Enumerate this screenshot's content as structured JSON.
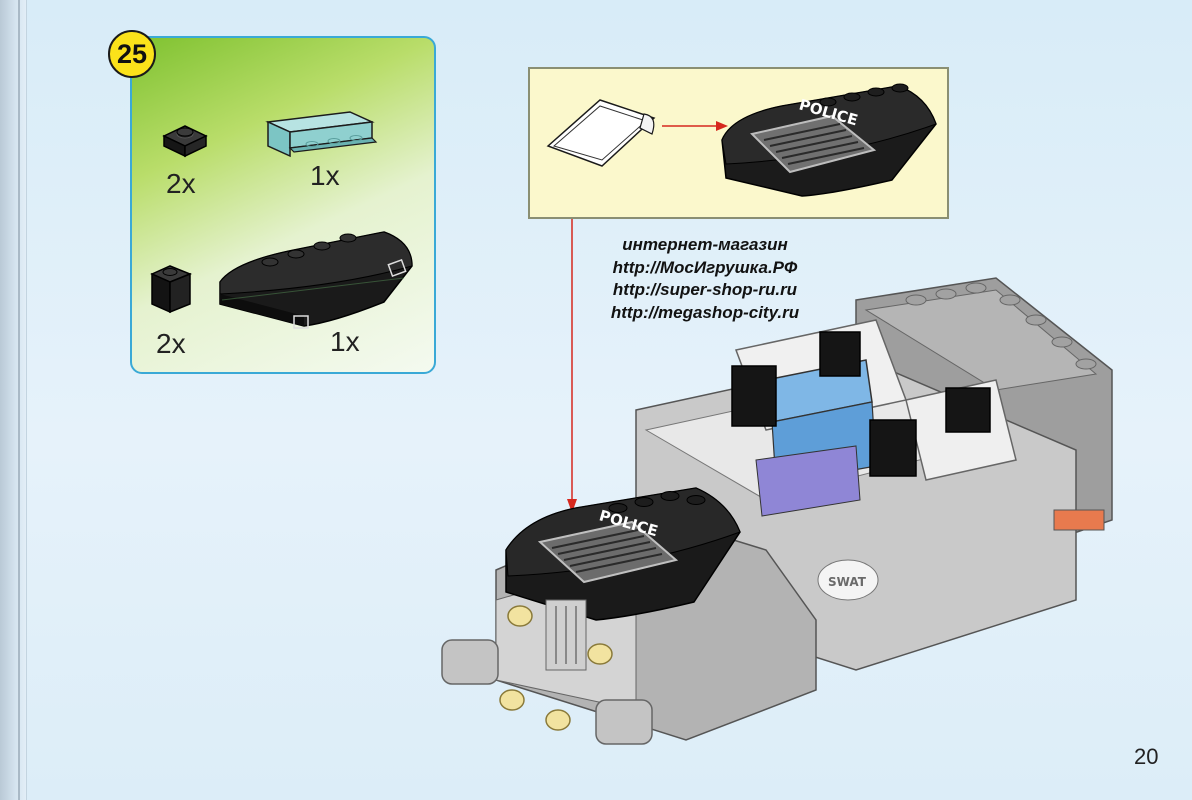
{
  "step": {
    "number": "25"
  },
  "parts": [
    {
      "name": "black-plate-1x1",
      "quantity": "2x"
    },
    {
      "name": "trans-light-blue-panel-1x4",
      "quantity": "1x"
    },
    {
      "name": "black-brick-1x1",
      "quantity": "2x"
    },
    {
      "name": "black-curved-slope-4x4",
      "quantity": "1x"
    }
  ],
  "sticker": {
    "text": "POLICE"
  },
  "vehicle": {
    "hood_text": "POLICE",
    "door_text": "SWAT"
  },
  "watermark": {
    "lines": [
      "интернет-магазин",
      "http://МосИгрушка.РФ",
      "http://super-shop-ru.ru",
      "http://megashop-city.ru"
    ]
  },
  "page": {
    "number": "20"
  },
  "colors": {
    "badge": "#fbe21a",
    "box_border": "#3aa9d6",
    "arrow": "#d6281e",
    "callout_bg": "#fbf8cc"
  }
}
